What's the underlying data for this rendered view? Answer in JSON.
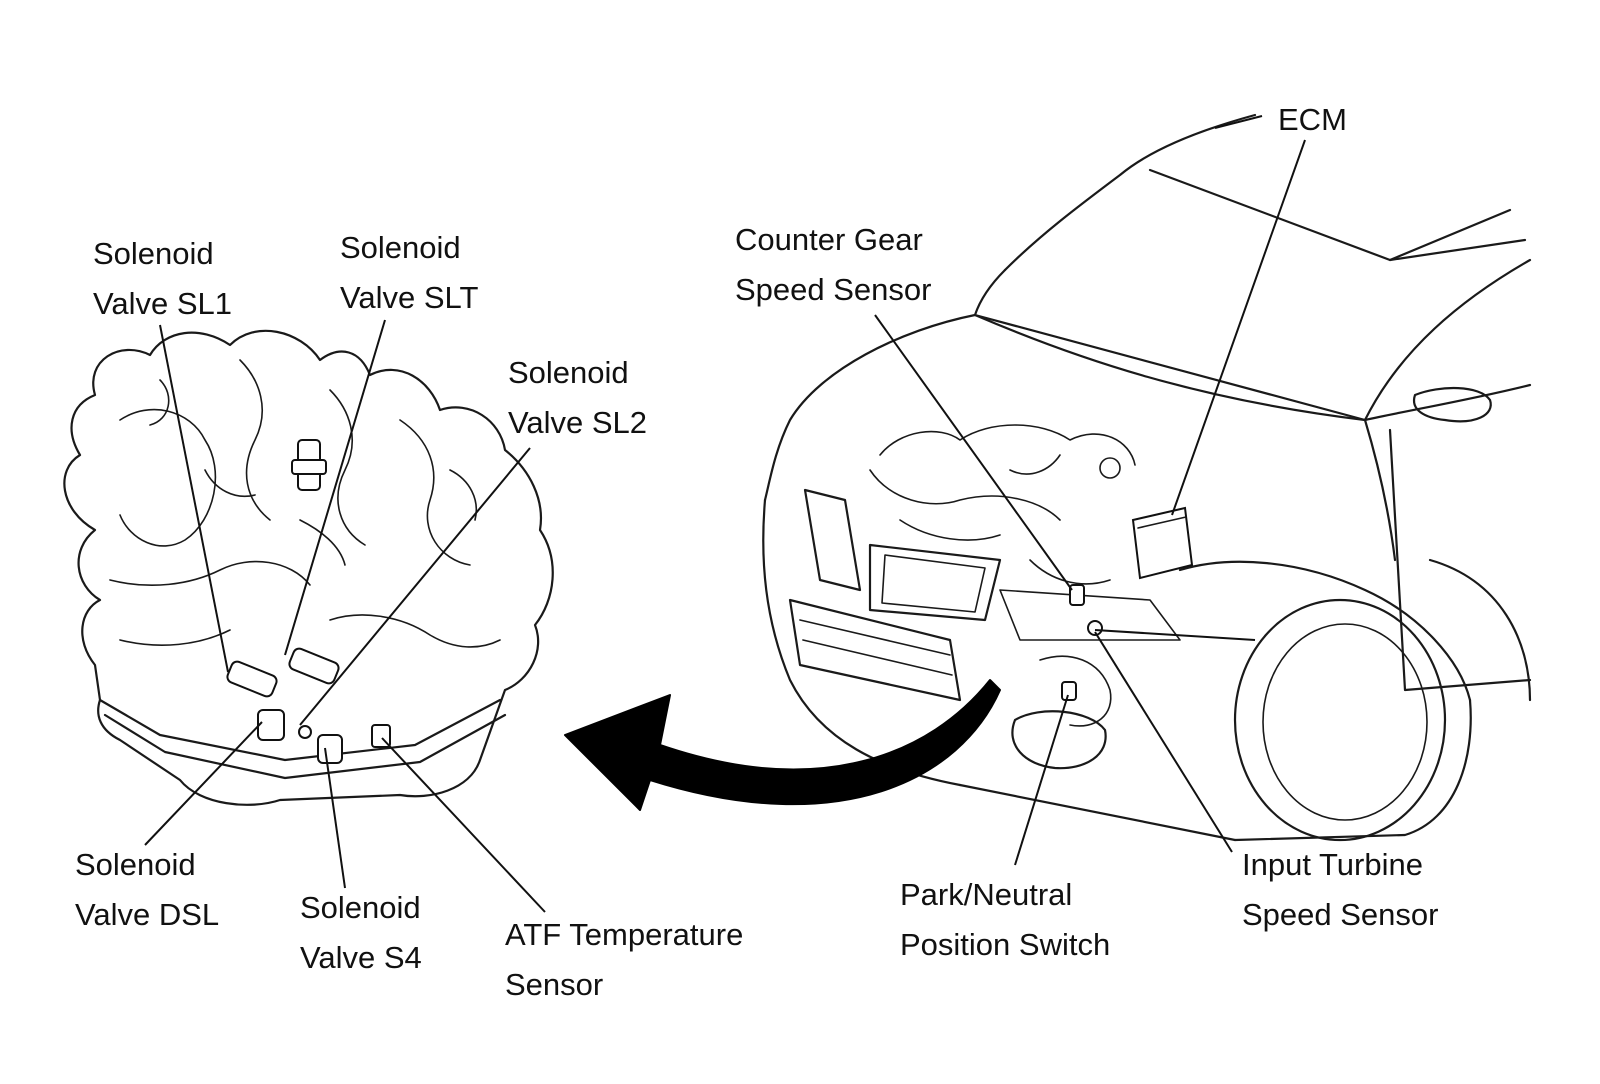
{
  "labels": {
    "ecm": "ECM",
    "counter_gear_line1": "Counter Gear",
    "counter_gear_line2": "Speed Sensor",
    "sl1_line1": "Solenoid",
    "sl1_line2": "Valve SL1",
    "slt_line1": "Solenoid",
    "slt_line2": "Valve SLT",
    "sl2_line1": "Solenoid",
    "sl2_line2": "Valve SL2",
    "dsl_line1": "Solenoid",
    "dsl_line2": "Valve DSL",
    "s4_line1": "Solenoid",
    "s4_line2": "Valve S4",
    "atf_line1": "ATF Temperature",
    "atf_line2": "Sensor",
    "pnp_line1": "Park/Neutral",
    "pnp_line2": "Position Switch",
    "its_line1": "Input Turbine",
    "its_line2": "Speed Sensor"
  }
}
